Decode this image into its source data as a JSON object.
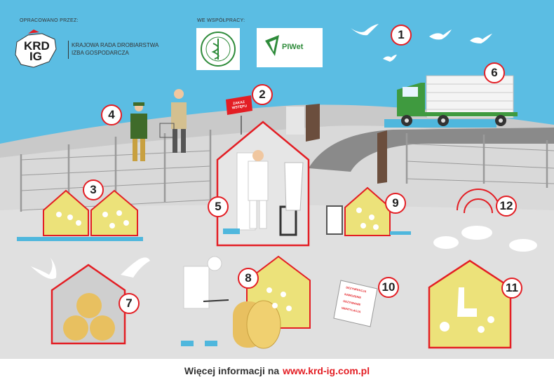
{
  "header": {
    "prepared_by": "OPRACOWANO PRZEZ:",
    "cooperation": "WE WSPÓŁPRACY:",
    "krd_logo_line1": "KRD",
    "krd_logo_line2": "IG",
    "org_line1": "KRAJOWA RADA DROBIARSTWA",
    "org_line2": "IZBA GOSPODARCZA",
    "piwet": "PIWet"
  },
  "sign": {
    "line1": "ZAKAZ",
    "line2": "WSTĘPU"
  },
  "checklist": [
    "DEZYNFEKCJA",
    "NAWOZENIE",
    "ODZYWIANIE",
    "WENTYLACJA"
  ],
  "badges": [
    "1",
    "2",
    "3",
    "4",
    "5",
    "6",
    "7",
    "8",
    "9",
    "10",
    "11",
    "12"
  ],
  "footer": {
    "text": "Więcej informacji na",
    "url": "www.krd-ig.com.pl"
  },
  "colors": {
    "sky": "#5bbde3",
    "ground": "#d9d9d9",
    "accent_red": "#e31e24",
    "house_yellow": "#ece27a",
    "truck_green": "#3f9a3f",
    "water_blue": "#4fb7dd"
  }
}
